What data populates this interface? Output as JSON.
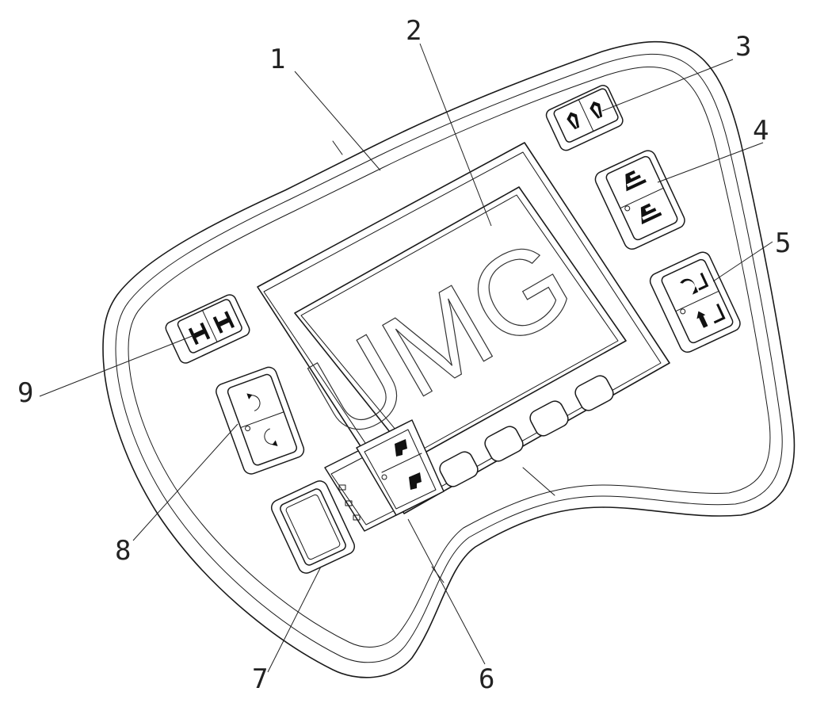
{
  "diagram": {
    "watermark": "UMG",
    "callouts": [
      "1",
      "2",
      "3",
      "4",
      "5",
      "6",
      "7",
      "8",
      "9"
    ]
  },
  "icons": {
    "switch_3": [
      "fork-open-icon",
      "fork-closed-icon"
    ],
    "switch_4": [
      "lower-arm-icon",
      "raise-arm-icon"
    ],
    "switch_5": [
      "rotate-icon",
      "tilt-icon"
    ],
    "switch_6": [
      "machine-up-icon",
      "machine-down-icon"
    ],
    "switch_8": [
      "rotate-cw-icon",
      "rotate-ccw-icon"
    ],
    "switch_9": [
      "travel-icon",
      "steer-icon"
    ]
  }
}
